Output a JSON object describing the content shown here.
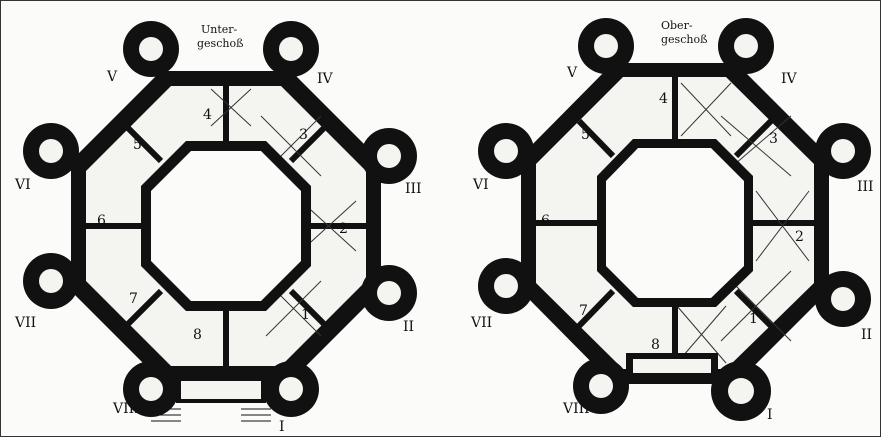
{
  "plans": [
    {
      "title_line1": "Unter-",
      "title_line2": "geschoß",
      "rooms": [
        "1",
        "2",
        "3",
        "4",
        "5",
        "6",
        "7",
        "8"
      ],
      "towers": [
        "I",
        "II",
        "III",
        "IV",
        "V",
        "VI",
        "VII",
        "VIII"
      ]
    },
    {
      "title_line1": "Ober-",
      "title_line2": "geschoß",
      "rooms": [
        "1",
        "2",
        "3",
        "4",
        "5",
        "6",
        "7",
        "8"
      ],
      "towers": [
        "I",
        "II",
        "III",
        "IV",
        "V",
        "VI",
        "VII",
        "VIII"
      ]
    }
  ],
  "colors": {
    "wall": "#111111",
    "floor": "#f4f4f0",
    "line": "#222222"
  }
}
